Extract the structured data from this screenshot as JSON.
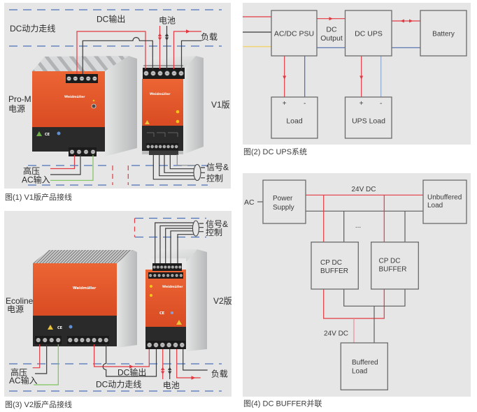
{
  "colors": {
    "panel_background": "#e6e6e6",
    "wire_positive": "#e23a42",
    "wire_positive_light": "#e88c98",
    "wire_negative_black": "#3a3a3a",
    "wire_grey": "#5c5c5c",
    "wire_ground_green": "#7cc35c",
    "wire_ac_yellow": "#f1d77c",
    "wire_negative_blue": "#4a6aa8",
    "wire_negative_light_blue": "#8fa8cf",
    "bus_boundary_dashed": "#4b72b6",
    "box_border": "#6b6b6b",
    "device_orange": "#e25a2f"
  },
  "devices": {
    "brand": "Weidmüller",
    "ce_mark": "CE"
  },
  "figure1": {
    "caption": "图(1) V1版产品接线",
    "dc_power_routing": "DC动力走线",
    "dc_output": "DC输出",
    "battery": "电池",
    "load": "负载",
    "power_supply_name": [
      "Pro-M",
      "电源"
    ],
    "module_name": "V1版",
    "ac_input": [
      "高压",
      "AC输入"
    ],
    "signal_control": [
      "信号&",
      "控制"
    ]
  },
  "figure2": {
    "caption": "图(2) DC UPS系统",
    "psu": "AC/DC PSU",
    "dc_output": [
      "DC",
      "Output"
    ],
    "dc_ups": "DC UPS",
    "battery": "Battery",
    "load": "Load",
    "ups_load": "UPS Load",
    "terminal_plus": "+",
    "terminal_minus": "-"
  },
  "figure3": {
    "caption": "图(3) V2版产品接线",
    "signal_control": [
      "信号&",
      "控制"
    ],
    "power_supply_name": [
      "Ecoline",
      "电源"
    ],
    "module_name": "V2版",
    "ac_input": [
      "高压",
      "AC输入"
    ],
    "dc_output": "DC输出",
    "dc_power_routing": "DC动力走线",
    "battery": "电池",
    "load": "负载"
  },
  "figure4": {
    "caption": "图(4) DC BUFFER并联",
    "ac": "AC",
    "power_supply": [
      "Power",
      "Supply"
    ],
    "bus_voltage": "24V DC",
    "unbuffered_load": [
      "Unbuffered",
      "Load"
    ],
    "more_buffers": "...",
    "buffer_modules": [
      [
        "CP DC",
        "BUFFER"
      ],
      [
        "CP DC",
        "BUFFER"
      ]
    ],
    "output_voltage": "24V DC",
    "buffered_load": [
      "Buffered",
      "Load"
    ]
  }
}
